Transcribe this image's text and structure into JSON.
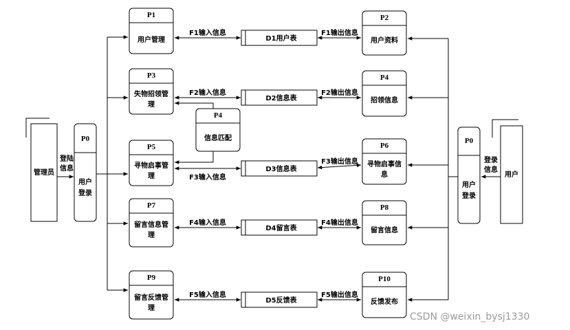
{
  "external_entities": {
    "admin": "管理员",
    "user": "用户"
  },
  "login_flows": {
    "admin_login_info": [
      "登陆",
      "信息"
    ],
    "user_login_info": [
      "登录",
      "信息"
    ]
  },
  "login_processes": {
    "admin": {
      "id": "P0",
      "name": [
        "用户",
        "登录"
      ]
    },
    "user": {
      "id": "P0",
      "name": [
        "用户",
        "登录"
      ]
    }
  },
  "left_processes": [
    {
      "id": "P1",
      "name": [
        "用户管理"
      ]
    },
    {
      "id": "P3",
      "name": [
        "失物招领管",
        "理"
      ]
    },
    {
      "id": "P5",
      "name": [
        "寻物启事管",
        "理"
      ]
    },
    {
      "id": "P7",
      "name": [
        "留言信息管",
        "理"
      ]
    },
    {
      "id": "P9",
      "name": [
        "留言反馈管",
        "理"
      ]
    }
  ],
  "data_stores": [
    {
      "name": "D1用户表"
    },
    {
      "name": "D2信息表"
    },
    {
      "name": "D3信息表"
    },
    {
      "name": "D4留言表"
    },
    {
      "name": "D5反馈表"
    }
  ],
  "right_processes": [
    {
      "id": "P2",
      "name": [
        "用户资料"
      ]
    },
    {
      "id": "P4",
      "name": [
        "招领信息"
      ]
    },
    {
      "id": "P6",
      "name": [
        "寻物启事信",
        "息"
      ]
    },
    {
      "id": "P8",
      "name": [
        "留言信息"
      ]
    },
    {
      "id": "P10",
      "name": [
        "反馈发布"
      ]
    }
  ],
  "match_process": {
    "id": "P4",
    "name": [
      "信息匹配"
    ]
  },
  "input_flows": [
    "F1输入信息",
    "F2输入信息",
    "F3输入信息",
    "F4输入信息",
    "F5输入信息"
  ],
  "output_flows": [
    "F1输出信息",
    "F2输出信息",
    "F3输出信息",
    "F4输出信息",
    "F5输出信息"
  ],
  "watermark": "CSDN @weixin_bysj1330"
}
